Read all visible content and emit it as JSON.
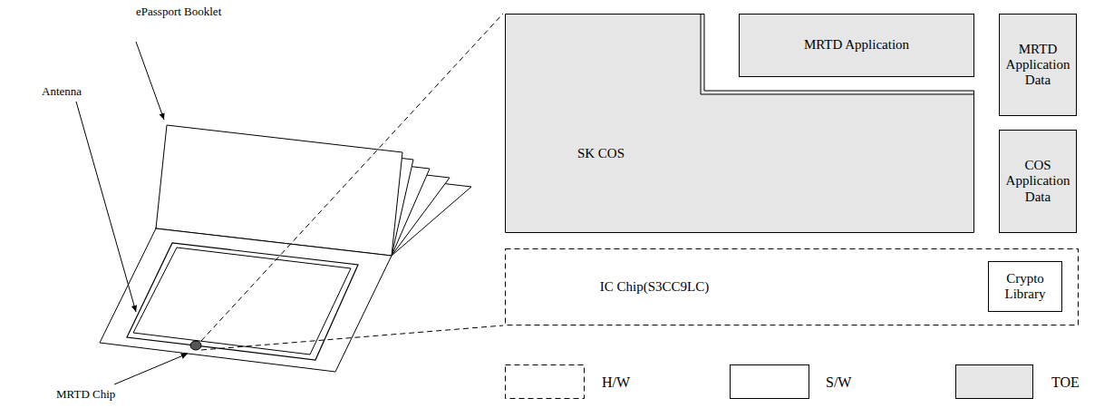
{
  "diagram": {
    "nodes": [
      {
        "text": [
          "SK COS"
        ]
      },
      {
        "text": [
          "MRTD Application"
        ]
      },
      {
        "text": [
          "MRTD Application Data"
        ]
      },
      {
        "text": [
          "COS Application Data"
        ]
      },
      {
        "text": [
          "IC Chip(S3CC9LC)"
        ]
      },
      {
        "text": [
          "Crypto Library"
        ],
        "in": 4
      }
    ],
    "labels": [
      "ePassport Booklet",
      "Antenna",
      "MRTD Chip"
    ],
    "legend": [
      {
        "text": "H/W"
      },
      {
        "text": "S/W"
      },
      {
        "text": "TOE",
        "color": "#e6e6e6"
      }
    ]
  }
}
